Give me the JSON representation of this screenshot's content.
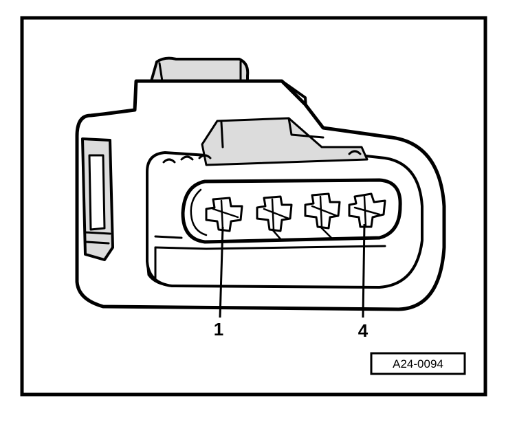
{
  "callouts": [
    {
      "id": "pin-1",
      "label": "1"
    },
    {
      "id": "pin-4",
      "label": "4"
    }
  ],
  "figure_reference": "A24-0094",
  "colors": {
    "ink": "#000000",
    "paper": "#ffffff",
    "shade": "#dcdcdc"
  }
}
